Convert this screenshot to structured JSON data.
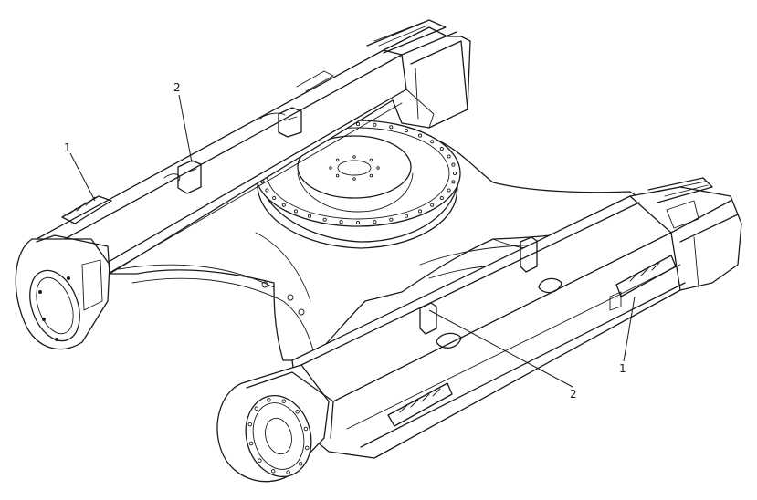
{
  "figure": {
    "callouts": [
      {
        "id": "c1a",
        "label": "1"
      },
      {
        "id": "c2a",
        "label": "2"
      },
      {
        "id": "c1b",
        "label": "1"
      },
      {
        "id": "c2b",
        "label": "2"
      }
    ]
  }
}
